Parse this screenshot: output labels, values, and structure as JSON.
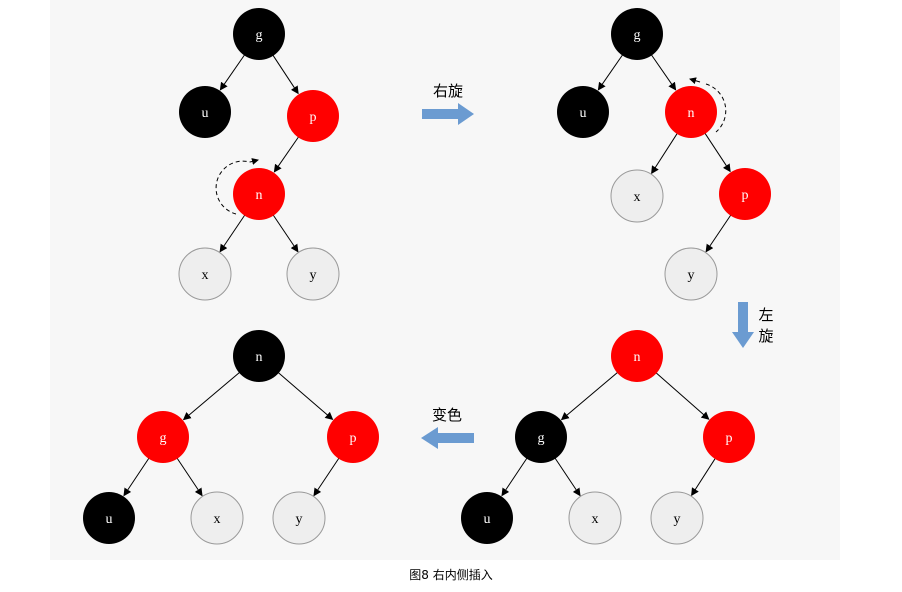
{
  "caption": "图8 右内侧插入",
  "colors": {
    "red": "#ff0000",
    "black": "#000000",
    "nil": "#eeeeee",
    "arrow_blue": "#6b9bd1"
  },
  "steps": {
    "right_rotate": "右旋",
    "left_rotate_1": "左",
    "left_rotate_2": "旋",
    "recolor": "变色"
  },
  "trees": [
    {
      "name": "initial",
      "nodes": {
        "g": {
          "label": "g",
          "color": "black"
        },
        "u": {
          "label": "u",
          "color": "black"
        },
        "p": {
          "label": "p",
          "color": "red"
        },
        "n": {
          "label": "n",
          "color": "red"
        },
        "x": {
          "label": "x",
          "color": "nil"
        },
        "y": {
          "label": "y",
          "color": "nil"
        }
      },
      "edges": [
        [
          "g",
          "u"
        ],
        [
          "g",
          "p"
        ],
        [
          "p",
          "n"
        ],
        [
          "n",
          "x"
        ],
        [
          "n",
          "y"
        ]
      ]
    },
    {
      "name": "after-right-rotate",
      "nodes": {
        "g": {
          "label": "g",
          "color": "black"
        },
        "u": {
          "label": "u",
          "color": "black"
        },
        "n": {
          "label": "n",
          "color": "red"
        },
        "x": {
          "label": "x",
          "color": "nil"
        },
        "p": {
          "label": "p",
          "color": "red"
        },
        "y": {
          "label": "y",
          "color": "nil"
        }
      },
      "edges": [
        [
          "g",
          "u"
        ],
        [
          "g",
          "n"
        ],
        [
          "n",
          "x"
        ],
        [
          "n",
          "p"
        ],
        [
          "p",
          "y"
        ]
      ]
    },
    {
      "name": "after-left-rotate",
      "nodes": {
        "n": {
          "label": "n",
          "color": "red"
        },
        "g": {
          "label": "g",
          "color": "black"
        },
        "p": {
          "label": "p",
          "color": "red"
        },
        "u": {
          "label": "u",
          "color": "black"
        },
        "x": {
          "label": "x",
          "color": "nil"
        },
        "y": {
          "label": "y",
          "color": "nil"
        }
      },
      "edges": [
        [
          "n",
          "g"
        ],
        [
          "n",
          "p"
        ],
        [
          "g",
          "u"
        ],
        [
          "g",
          "x"
        ],
        [
          "p",
          "y"
        ]
      ]
    },
    {
      "name": "after-recolor",
      "nodes": {
        "n": {
          "label": "n",
          "color": "black"
        },
        "g": {
          "label": "g",
          "color": "red"
        },
        "p": {
          "label": "p",
          "color": "red"
        },
        "u": {
          "label": "u",
          "color": "black"
        },
        "x": {
          "label": "x",
          "color": "nil"
        },
        "y": {
          "label": "y",
          "color": "nil"
        }
      },
      "edges": [
        [
          "n",
          "g"
        ],
        [
          "n",
          "p"
        ],
        [
          "g",
          "u"
        ],
        [
          "g",
          "x"
        ],
        [
          "p",
          "y"
        ]
      ]
    }
  ]
}
